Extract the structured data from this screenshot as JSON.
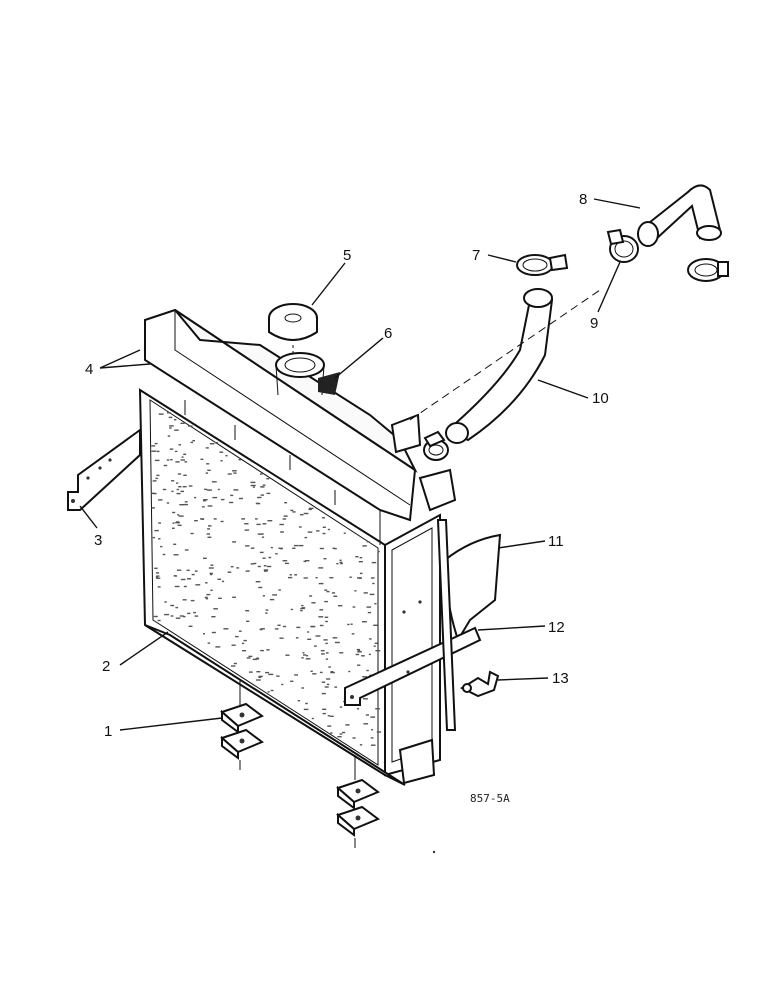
{
  "diagram": {
    "callouts": [
      "1",
      "2",
      "3",
      "4",
      "5",
      "6",
      "7",
      "8",
      "9",
      "10",
      "11",
      "12",
      "13"
    ],
    "ref_code": "857-5A"
  }
}
